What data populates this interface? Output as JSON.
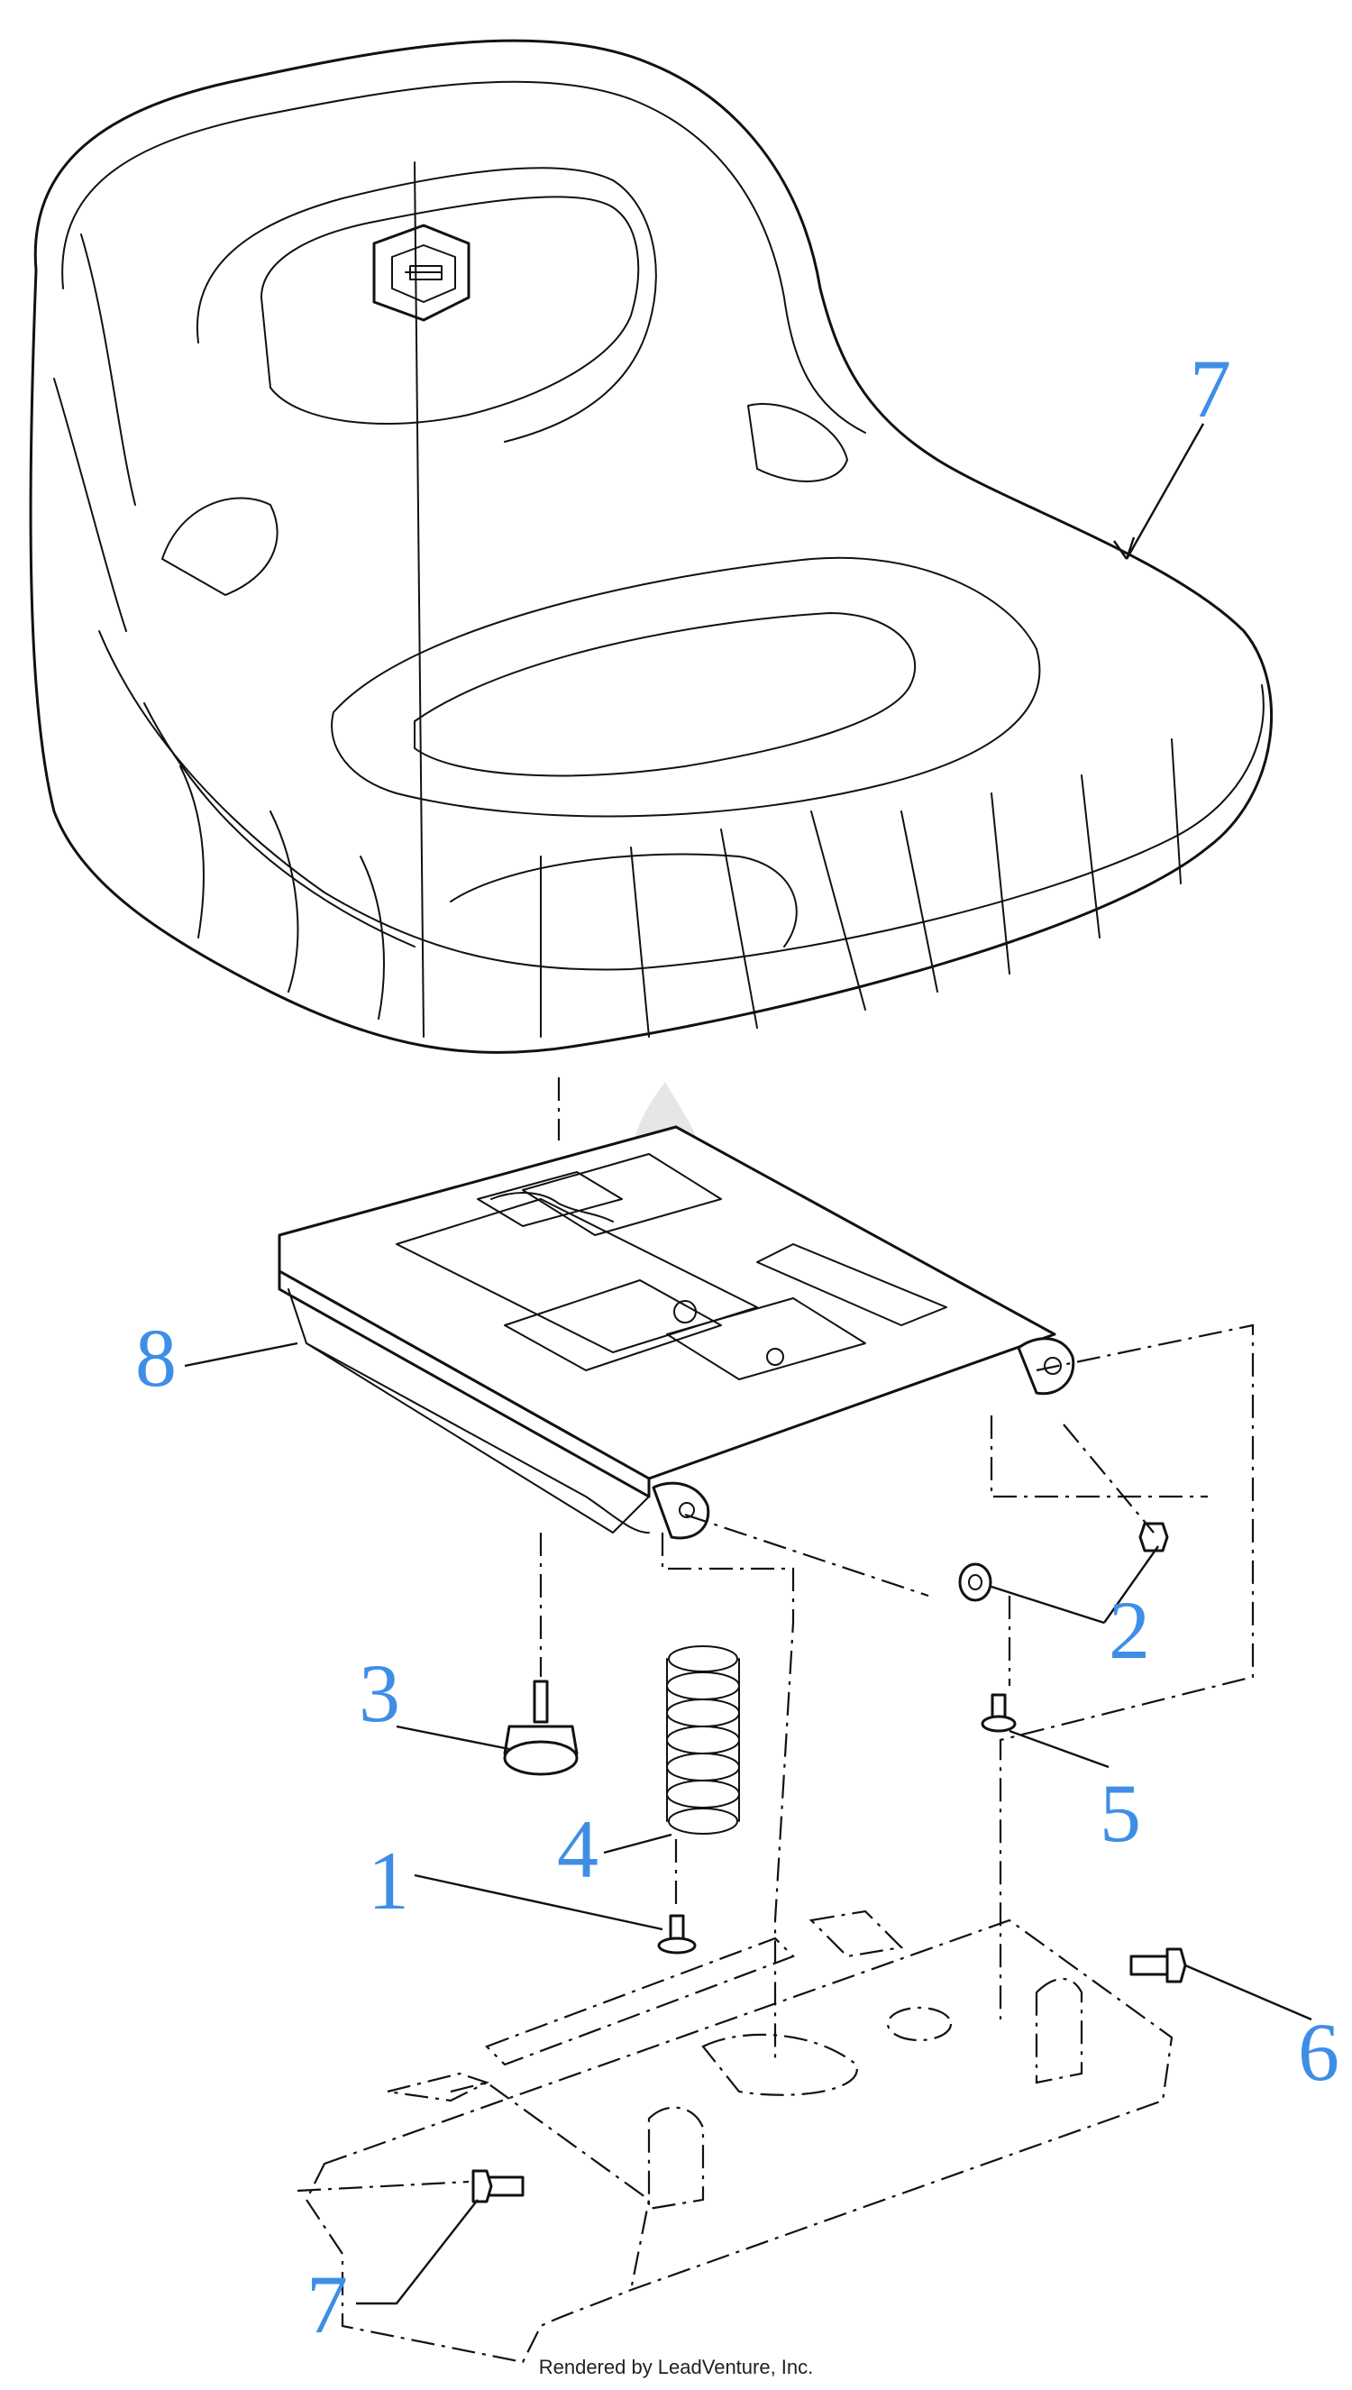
{
  "diagram": {
    "callouts": [
      {
        "id": "callout-7-seat",
        "label": "7"
      },
      {
        "id": "callout-8",
        "label": "8"
      },
      {
        "id": "callout-2",
        "label": "2"
      },
      {
        "id": "callout-3",
        "label": "3"
      },
      {
        "id": "callout-5",
        "label": "5"
      },
      {
        "id": "callout-4",
        "label": "4"
      },
      {
        "id": "callout-1",
        "label": "1"
      },
      {
        "id": "callout-6",
        "label": "6"
      },
      {
        "id": "callout-7-bottom",
        "label": "7"
      }
    ],
    "credit": "Rendered by LeadVenture, Inc.",
    "colors": {
      "callout": "#3f8ee6",
      "line": "#111111",
      "watermark": "#e6e6e6"
    }
  }
}
